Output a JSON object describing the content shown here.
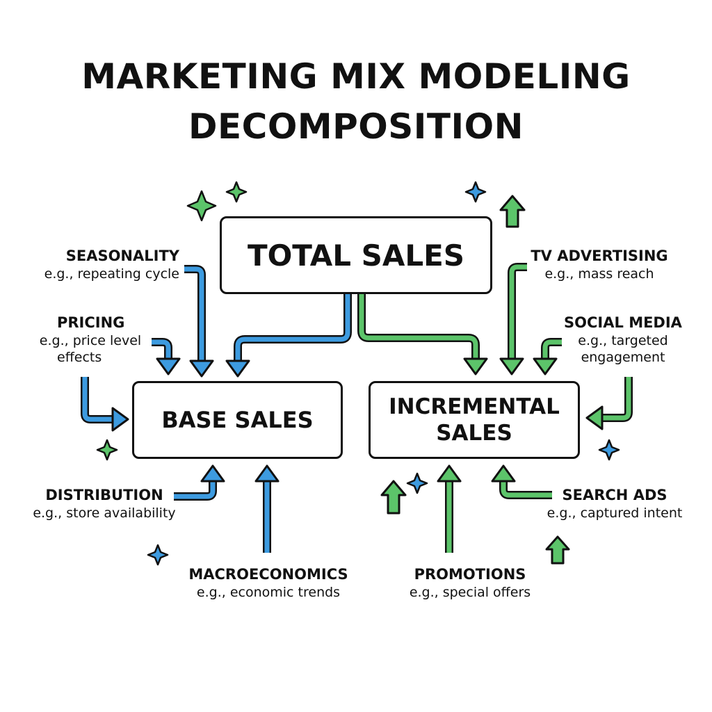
{
  "title_line1": "MARKETING MIX MODELING",
  "title_line2": "DECOMPOSITION",
  "boxes": {
    "total": "TOTAL SALES",
    "base": "BASE SALES",
    "incremental_line1": "INCREMENTAL",
    "incremental_line2": "SALES"
  },
  "factors": {
    "seasonality": {
      "name": "SEASONALITY",
      "example": "e.g., repeating cycle"
    },
    "pricing": {
      "name": "PRICING",
      "example_line1": "e.g., price level",
      "example_line2": "effects"
    },
    "distribution": {
      "name": "DISTRIBUTION",
      "example": "e.g., store availability"
    },
    "macroeconomics": {
      "name": "MACROECONOMICS",
      "example": "e.g., economic trends"
    },
    "tv_advertising": {
      "name": "TV ADVERTISING",
      "example": "e.g., mass reach"
    },
    "social_media": {
      "name": "SOCIAL MEDIA",
      "example_line1": "e.g., targeted",
      "example_line2": "engagement"
    },
    "search_ads": {
      "name": "SEARCH ADS",
      "example": "e.g., captured intent"
    },
    "promotions": {
      "name": "PROMOTIONS",
      "example": "e.g., special offers"
    }
  },
  "colors": {
    "base_arrow": "#3d9be0",
    "incremental_arrow": "#5cc46a",
    "outline": "#111111"
  }
}
